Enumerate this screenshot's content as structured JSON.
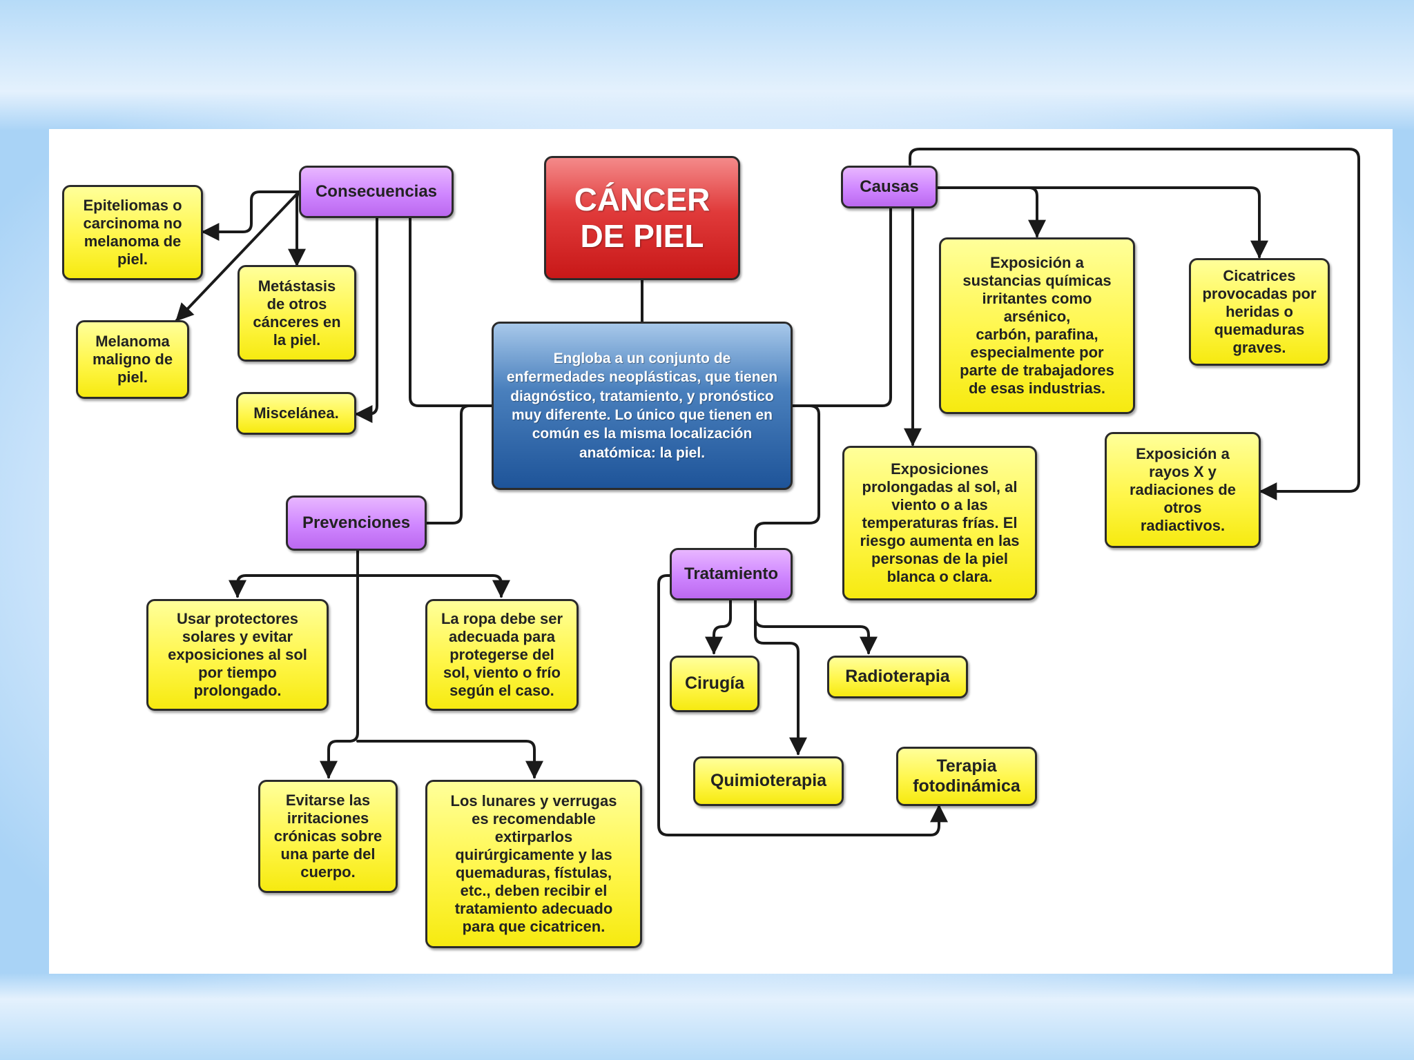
{
  "title": "CÁNCER\nDE PIEL",
  "description": "Engloba a un conjunto de enfermedades neoplásticas, que tienen diagnóstico, tratamiento, y pronóstico muy diferente. Lo único que tienen en común es la misma localización anatómica: la piel.",
  "consecuencias": {
    "label": "Consecuencias",
    "items": [
      "Epiteliomas o\ncarcinoma no\nmelanoma de\npiel.",
      "Metástasis\nde otros\ncánceres en\nla piel.",
      "Melanoma\nmaligno de\npiel.",
      "Miscelánea."
    ]
  },
  "causas": {
    "label": "Causas",
    "items": [
      "Exposición a\nsustancias químicas\nirritantes como\narsénico,\ncarbón, parafina,\nespecialmente por\nparte de trabajadores\nde esas industrias.",
      "Cicatrices\nprovocadas por\nheridas o\nquemaduras\ngraves.",
      "Exposiciones\nprolongadas al sol, al\nviento o a las\ntemperaturas frías. El\nriesgo aumenta en las\npersonas de la piel\nblanca o clara.",
      "Exposición a\nrayos X y\nradiaciones de\notros\nradiactivos."
    ]
  },
  "prevenciones": {
    "label": "Prevenciones",
    "items": [
      "Usar protectores\nsolares y evitar\nexposiciones al sol\npor tiempo\nprolongado.",
      "La ropa debe ser\nadecuada para\nprotegerse del\nsol, viento o frío\nsegún el caso.",
      "Evitarse las\nirritaciones\ncrónicas sobre\nuna parte del\ncuerpo.",
      "Los lunares y verrugas\nes recomendable\nextirparlos\nquirúrgicamente y las\nquemaduras, fístulas,\netc., deben recibir el\ntratamiento adecuado\npara que cicatricen."
    ]
  },
  "tratamiento": {
    "label": "Tratamiento",
    "items": [
      "Cirugía",
      "Radioterapia",
      "Quimioterapia",
      "Terapia\nfotodinámica"
    ]
  },
  "colors": {
    "node_yellow": "#fff64a",
    "node_purple": "#cf86ff",
    "title_red": "#e03a3a",
    "desc_blue": "#2f66aa",
    "connector": "#1a1a1a"
  }
}
